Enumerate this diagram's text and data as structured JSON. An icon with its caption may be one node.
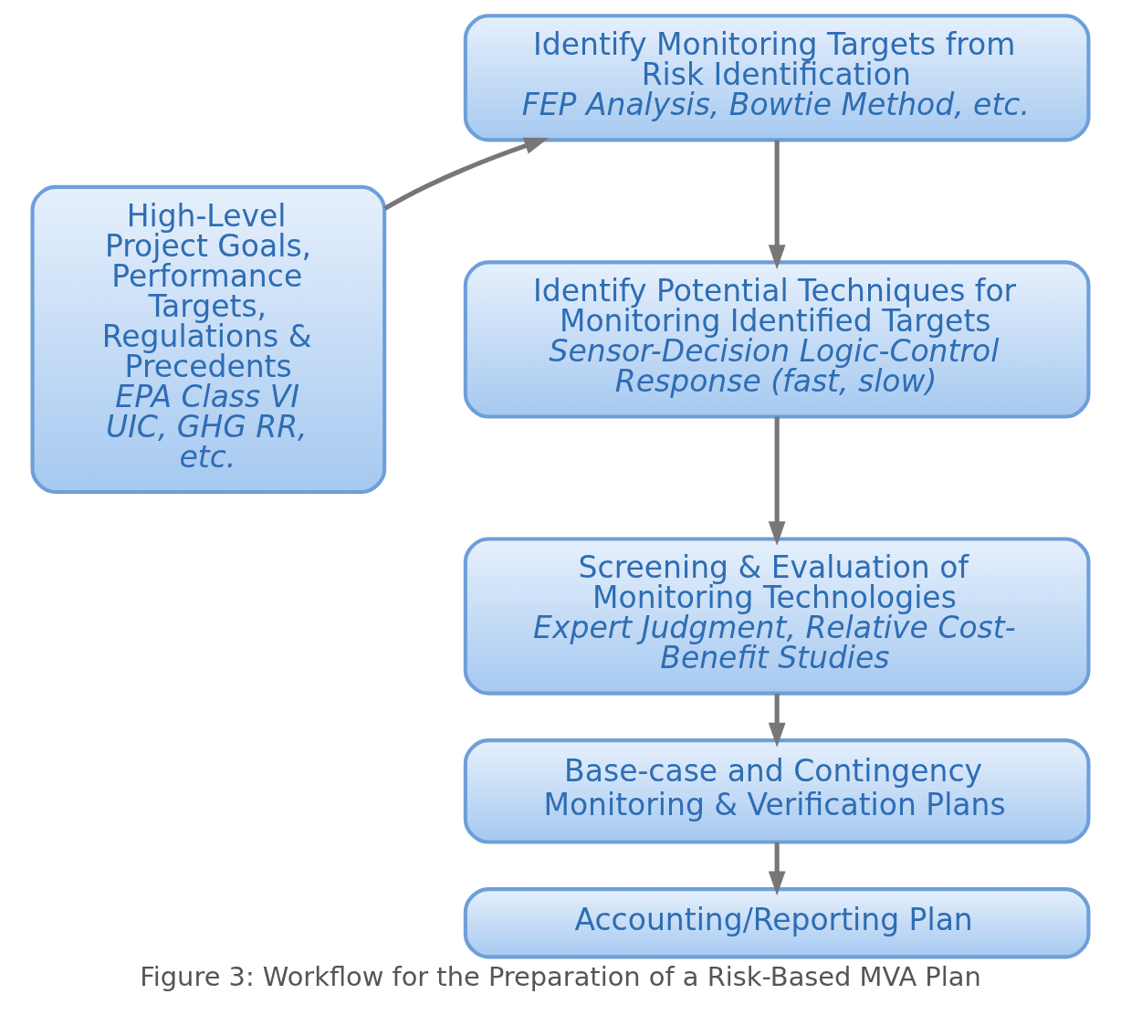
{
  "diagram": {
    "caption": "Figure 3: Workflow for the Preparation of a Risk-Based MVA Plan",
    "nodes": [
      {
        "text": [
          "High-Level Project Goals, Performance Targets, Regulations & Precedents",
          "EPA Class VI UIC, GHG RR, etc."
        ]
      },
      {
        "text": [
          "Identify Monitoring Targets from Risk Identification",
          "FEP Analysis, Bowtie Method, etc."
        ]
      },
      {
        "text": [
          "Identify Potential Techniques for Monitoring Identified Targets",
          "Sensor-Decision Logic-Control Response (fast, slow)"
        ]
      },
      {
        "text": [
          "Screening & Evaluation of Monitoring Technologies",
          "Expert Judgment, Relative Cost-Benefit Studies"
        ]
      },
      {
        "text": [
          "Base-case and Contingency Monitoring & Verification Plans"
        ]
      },
      {
        "text": [
          "Accounting/Reporting Plan"
        ]
      }
    ],
    "edges": [
      {
        "from": 0,
        "to": 1,
        "arrow": "to"
      },
      {
        "from": 1,
        "to": 2,
        "arrow": "to"
      },
      {
        "from": 2,
        "to": 3,
        "arrow": "to"
      },
      {
        "from": 3,
        "to": 4,
        "arrow": "to"
      },
      {
        "from": 4,
        "to": 5,
        "arrow": "to"
      }
    ]
  }
}
